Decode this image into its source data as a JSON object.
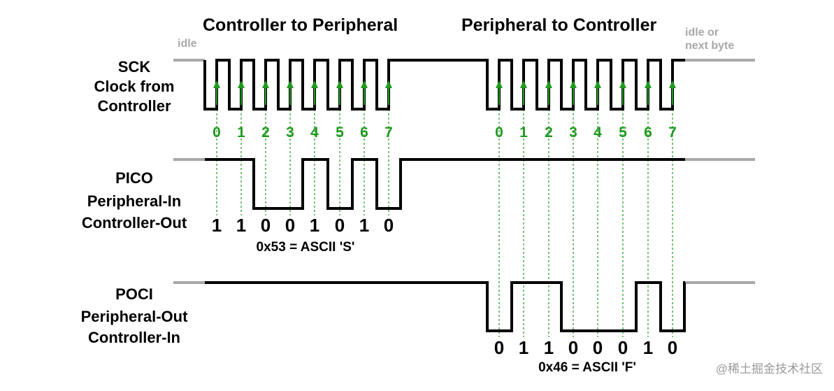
{
  "headings": {
    "left": "Controller to Peripheral",
    "right": "Peripheral to Controller"
  },
  "notes": {
    "idle": "idle",
    "idle_or": "idle or",
    "next_byte": "next byte"
  },
  "signals": {
    "sck": {
      "line1": "SCK",
      "line2": "Clock from",
      "line3": "Controller"
    },
    "pico": {
      "line1": "PICO",
      "line2": "Peripheral-In",
      "line3": "Controller-Out"
    },
    "poci": {
      "line1": "POCI",
      "line2": "Peripheral-Out",
      "line3": "Controller-In"
    }
  },
  "clock_edge_labels": {
    "first": [
      "0",
      "1",
      "2",
      "3",
      "4",
      "5",
      "6",
      "7"
    ],
    "second": [
      "0",
      "1",
      "2",
      "3",
      "4",
      "5",
      "6",
      "7"
    ]
  },
  "pico_bits": [
    "1",
    "1",
    "0",
    "0",
    "1",
    "0",
    "1",
    "0"
  ],
  "pico_caption": "0x53 = ASCII 'S'",
  "poci_bits": [
    "0",
    "1",
    "1",
    "0",
    "0",
    "0",
    "1",
    "0"
  ],
  "poci_caption": "0x46 = ASCII 'F'",
  "watermark": "@稀土掘金技术社区",
  "colors": {
    "signal": "#000000",
    "idle_line": "#a8a8a8",
    "clock_edge": "#1f9a1f"
  }
}
